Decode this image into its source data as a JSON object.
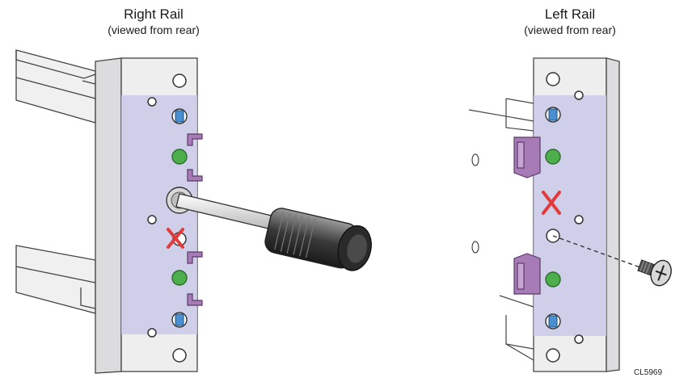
{
  "panels": {
    "right": {
      "title": "Right Rail",
      "subtitle": "(viewed from rear)"
    },
    "left": {
      "title": "Left Rail",
      "subtitle": "(viewed from rear)"
    }
  },
  "figure_id": "CL5969",
  "colors": {
    "rail": "#e9e9ec",
    "rail_highlight": "#c9c9e8",
    "green_pin": "#4caf4c",
    "blue_pin": "#4a8fd0",
    "clip_purple": "#a77bb5",
    "red_x": "#e23a3a",
    "outline": "#333333"
  },
  "icons": [
    "screwdriver-icon",
    "screw-icon",
    "red-x-mark-icon"
  ]
}
